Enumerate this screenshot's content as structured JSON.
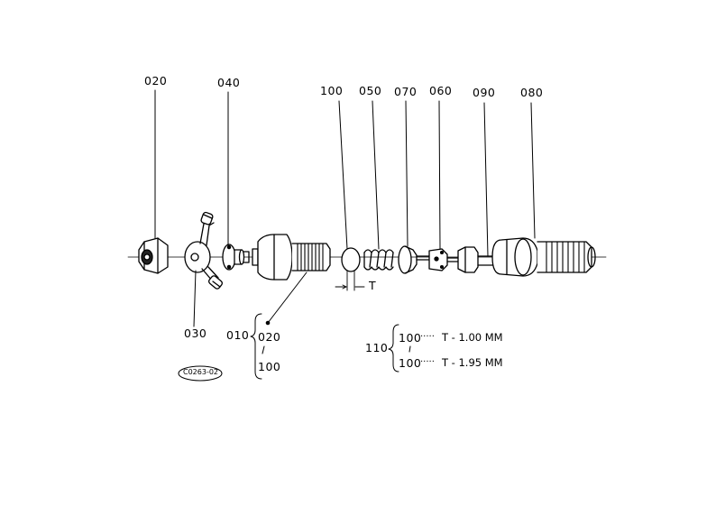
{
  "callouts": {
    "c020": "020",
    "c040": "040",
    "c100": "100",
    "c050": "050",
    "c070": "070",
    "c060": "060",
    "c090": "090",
    "c080": "080",
    "c030": "030"
  },
  "gap_label": "T",
  "assembly_010": {
    "id": "010",
    "items": [
      "020",
      "100"
    ]
  },
  "assembly_110": {
    "id": "110",
    "rows": [
      {
        "part": "100",
        "dots": "·····",
        "spec": "T - 1.00 MM"
      },
      {
        "part": "100",
        "dots": "·····",
        "spec": "T - 1.95 MM"
      }
    ]
  },
  "stamp": "C0263-02"
}
